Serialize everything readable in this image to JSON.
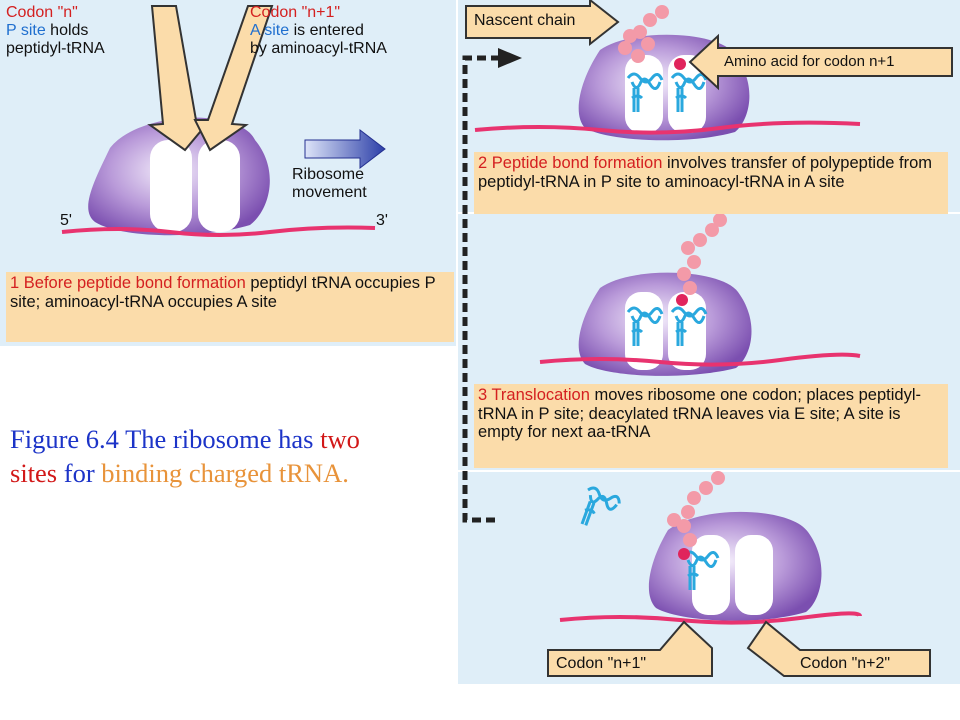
{
  "panel1": {
    "codon_n_label": "Codon \"n\"",
    "p_site_term": "P site",
    "p_site_rest": " holds",
    "p_site_line2": "peptidyl-tRNA",
    "codon_n1_label": "Codon \"n+1\"",
    "a_site_term": "A site",
    "a_site_rest": " is entered",
    "a_site_line2": "by aminoacyl-tRNA",
    "movement_line1": "Ribosome",
    "movement_line2": "movement",
    "end_5": "5'",
    "end_3": "3'",
    "caption_head": "1 Before peptide bond formation",
    "caption_rest": " peptidyl tRNA occupies P site; aminoacyl-tRNA occupies A site"
  },
  "panel2": {
    "nascent_chain": "Nascent chain",
    "amino_acid": "Amino acid for codon n+1",
    "caption_head": "2 Peptide bond formation",
    "caption_rest": " involves transfer of polypeptide from peptidyl-tRNA in P site to aminoacyl-tRNA in A site"
  },
  "panel3": {
    "caption_head": "3 Translocation",
    "caption_rest": " moves ribosome one codon; places peptidyl-tRNA in P site; deacylated tRNA leaves via E site; A site is empty for next aa-tRNA"
  },
  "panel4": {
    "codon_n1": "Codon \"n+1\"",
    "codon_n2": "Codon \"n+2\""
  },
  "figure_caption": {
    "part1": "Figure 6.4 The ribosome has ",
    "part2": "two sites",
    "part3": " for ",
    "part4": "binding charged tRNA."
  },
  "colors": {
    "panel_bg": "#dfeef8",
    "caption_bg": "#fbdcaa",
    "ribosome": "#9b72c6",
    "mrna": "#e8336f",
    "trna": "#2aa8de",
    "chain": "#f39aa8"
  }
}
